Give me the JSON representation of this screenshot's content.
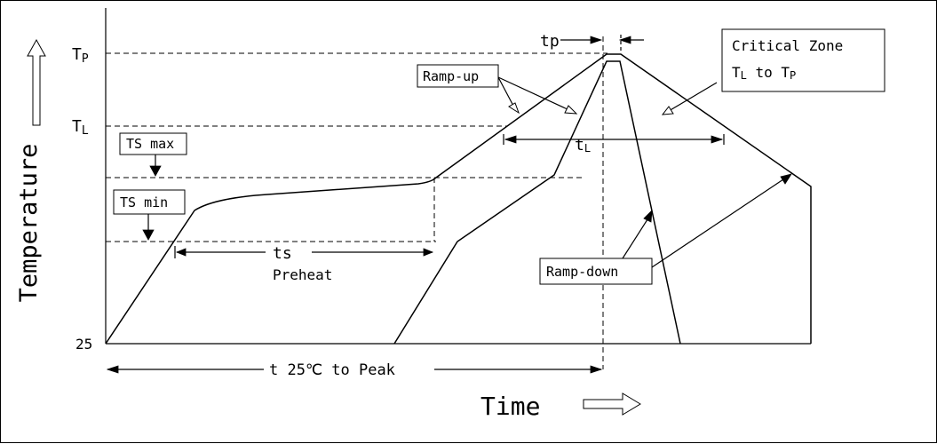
{
  "axes": {
    "y_label": "Temperature",
    "x_label": "Time",
    "tick_tp_main": "T",
    "tick_tp_sub": "P",
    "tick_tl_main": "T",
    "tick_tl_sub": "L",
    "tick_25": "25"
  },
  "labels": {
    "ts_max": "TS max",
    "ts_min": "TS min",
    "ts": "ts",
    "preheat": "Preheat",
    "ramp_up": "Ramp-up",
    "ramp_down": "Ramp-down",
    "tp": "tp",
    "tl_main": "t",
    "tl_sub": "L",
    "t25_peak": "t 25℃ to Peak",
    "critical_line1": "Critical Zone",
    "critical_line2_a": "T",
    "critical_line2_a_sub": "L",
    "critical_line2_b": " to T",
    "critical_line2_b_sub": "P"
  }
}
